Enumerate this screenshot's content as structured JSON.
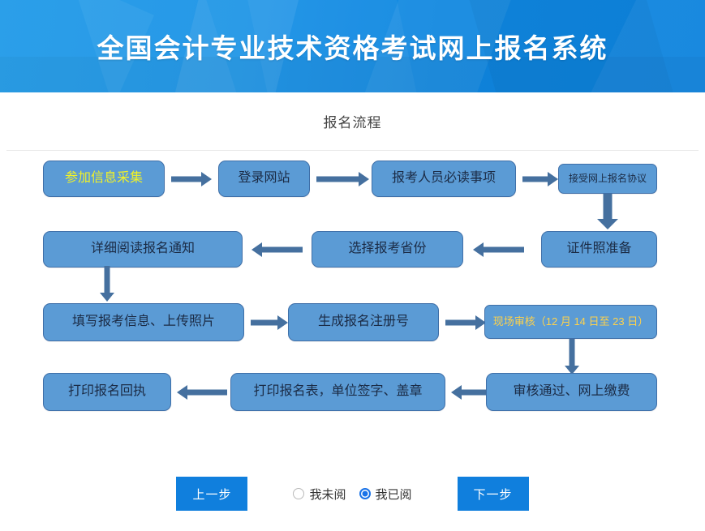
{
  "header": {
    "title": "全国会计专业技术资格考试网上报名系统",
    "background_color": "#1b93e6",
    "title_color": "#ffffff"
  },
  "section": {
    "title": "报名流程"
  },
  "flow": {
    "node_fill": "#5b9bd5",
    "node_border": "#3f6fa8",
    "arrow_color": "#45709f",
    "highlight_yellow": "#f2f226",
    "highlight_amber": "#ffd24a",
    "rows": [
      {
        "direction": "right",
        "nodes": [
          {
            "label": "参加信息采集",
            "accent": "yellow"
          },
          {
            "label": "登录网站",
            "accent": "none"
          },
          {
            "label": "报考人员必读事项",
            "accent": "none"
          },
          {
            "label": "接受网上报名协议",
            "accent": "none"
          }
        ]
      },
      {
        "direction": "left",
        "nodes": [
          {
            "label": "详细阅读报名通知",
            "accent": "none"
          },
          {
            "label": "选择报考省份",
            "accent": "none"
          },
          {
            "label": "证件照准备",
            "accent": "none"
          }
        ]
      },
      {
        "direction": "right",
        "nodes": [
          {
            "label": "填写报考信息、上传照片",
            "accent": "none"
          },
          {
            "label": "生成报名注册号",
            "accent": "none"
          },
          {
            "label": "现场审核（12 月 14 日至 23 日）",
            "accent": "amber"
          }
        ]
      },
      {
        "direction": "left",
        "nodes": [
          {
            "label": "打印报名回执",
            "accent": "none"
          },
          {
            "label": "打印报名表，单位签字、盖章",
            "accent": "none"
          },
          {
            "label": "审核通过、网上缴费",
            "accent": "none"
          }
        ]
      }
    ]
  },
  "footer": {
    "prev_label": "上一步",
    "next_label": "下一步",
    "button_color": "#107fdd",
    "radios": [
      {
        "label": "我未阅",
        "checked": false
      },
      {
        "label": "我已阅",
        "checked": true
      }
    ]
  }
}
